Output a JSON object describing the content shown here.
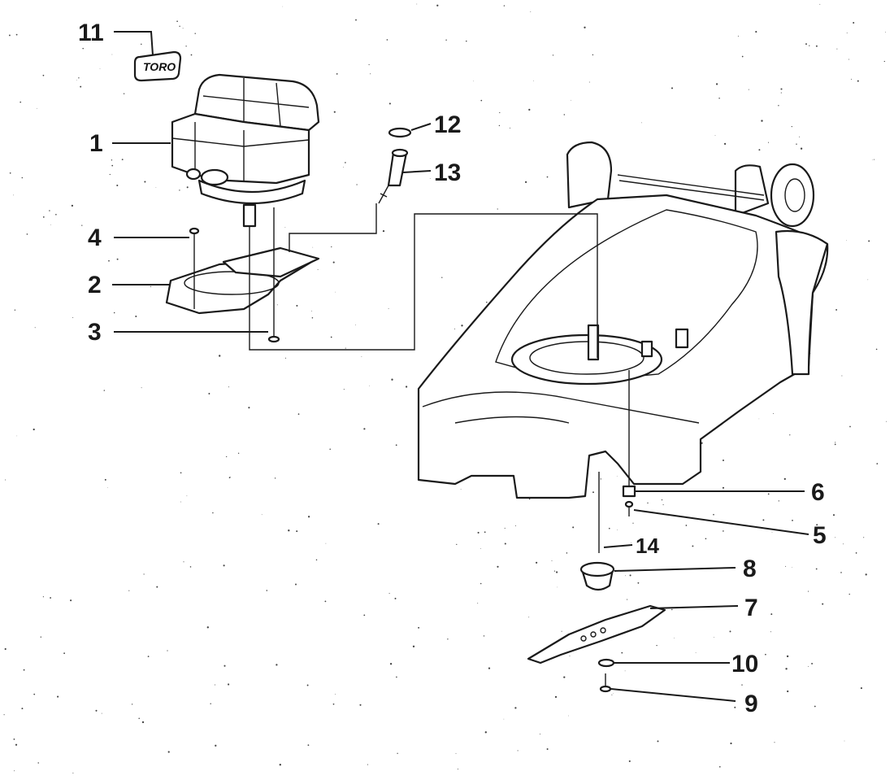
{
  "logo": {
    "text": "TORO"
  },
  "callouts": [
    {
      "id": "c11",
      "text": "11"
    },
    {
      "id": "c1",
      "text": "1"
    },
    {
      "id": "c4",
      "text": "4"
    },
    {
      "id": "c2",
      "text": "2"
    },
    {
      "id": "c3",
      "text": "3"
    },
    {
      "id": "c12",
      "text": "12"
    },
    {
      "id": "c13",
      "text": "13"
    },
    {
      "id": "c6",
      "text": "6"
    },
    {
      "id": "c5",
      "text": "5"
    },
    {
      "id": "c14",
      "text": "14"
    },
    {
      "id": "c8",
      "text": "8"
    },
    {
      "id": "c7",
      "text": "7"
    },
    {
      "id": "c10",
      "text": "10"
    },
    {
      "id": "c9",
      "text": "9"
    }
  ]
}
